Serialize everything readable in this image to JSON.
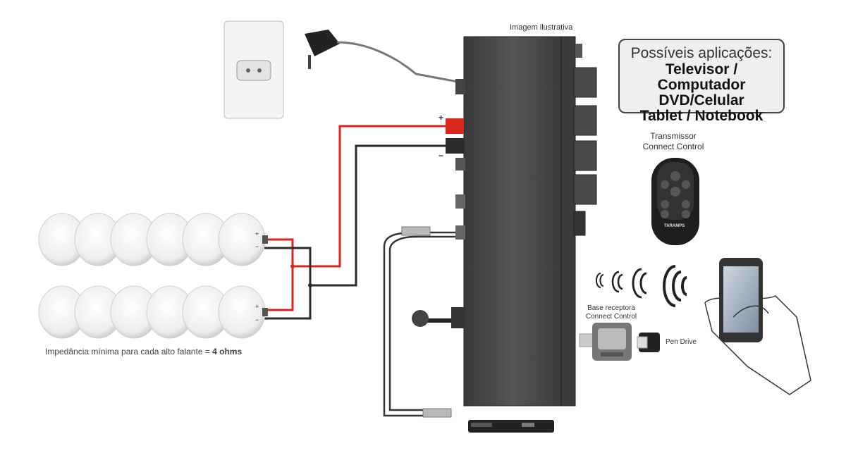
{
  "caption": "Imagem ilustrativa",
  "applications": {
    "title": "Possíveis aplicações:",
    "lines": [
      "Televisor / Computador",
      "DVD/Celular",
      "Tablet / Notebook"
    ]
  },
  "remote": {
    "label_line1": "Transmissor",
    "label_line2": "Connect Control",
    "brand": "TARAMPS"
  },
  "receiver": {
    "label_line1": "Base receptora",
    "label_line2": "Connect Control"
  },
  "pen_drive_label": "Pen Drive",
  "impedance": {
    "text": "Impedância mínima para cada alto falante = ",
    "value": "4 ohms"
  },
  "terminals": {
    "plus": "+",
    "minus": "−"
  },
  "colors": {
    "amp_body": "#4a4a4a",
    "wire_red": "#d9251c",
    "wire_black": "#2b2b2b",
    "speaker_fill": "#f1f1f1"
  },
  "speaker_rows": 2,
  "speakers_per_row": 6
}
